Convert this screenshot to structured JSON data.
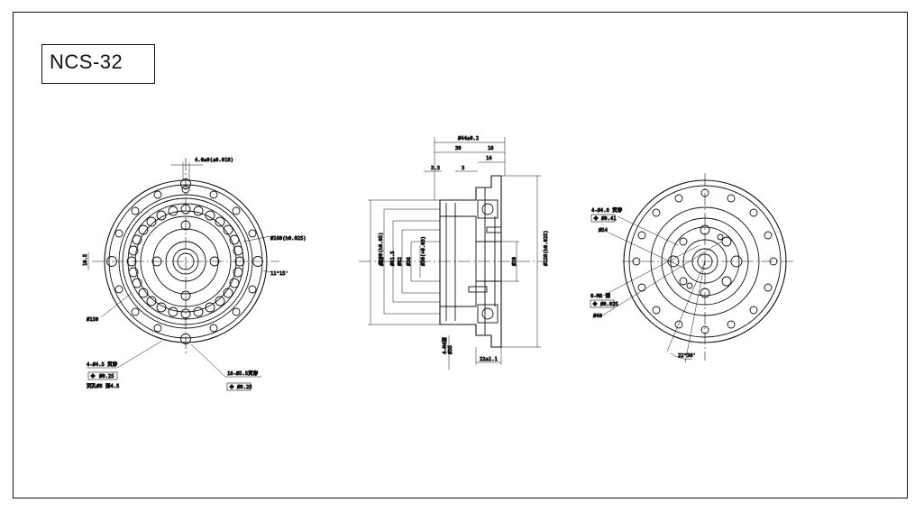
{
  "title": "NCS-32",
  "front_view": {
    "dim_top": "4.0±0(±0.018)",
    "dim_right_dia": "Ø160(h0.025)",
    "dim_left": "10.5",
    "dim_angle": "11°15'",
    "dim_pcd": "Ø150",
    "hole_note_1a": "4-Ø4.5 贯穿",
    "hole_note_1b": "沉孔Ø8 深4.5",
    "hole_tol_1": "Ø0.25",
    "hole_note_2": "16-Ø5.5贯穿",
    "hole_tol_2": "Ø0.25"
  },
  "side_view": {
    "dim_overall": "Ø44±0.2",
    "dim_39": "39",
    "dim_16": "16",
    "dim_14": "14",
    "dim_3_3": "3.3",
    "dim_3": "3",
    "dim_left_outer": "Ø200(h0.05)",
    "dim_82": "Ø82",
    "dim_61": "Ø61.5",
    "dim_62": "Ø62",
    "dim_36": "Ø36",
    "dim_inner": "Ø30(+0.03)",
    "dim_right_inner": "Ø20",
    "dim_right_outer": "Ø158(h0.025)",
    "dim_bottom": "22±1.1",
    "dim_bottom_left": "4-M4深",
    "dim_bottom_left2": "Ø35"
  },
  "rear_view": {
    "note_top": "4-Ø4.8 贯穿",
    "tol_top": "Ø0.41",
    "dim_54": "Ø54",
    "note_bottom": "8-M6 深",
    "tol_bottom": "Ø0.025",
    "dim_bottom_dia": "Ø40",
    "dim_angle": "22°30'"
  }
}
